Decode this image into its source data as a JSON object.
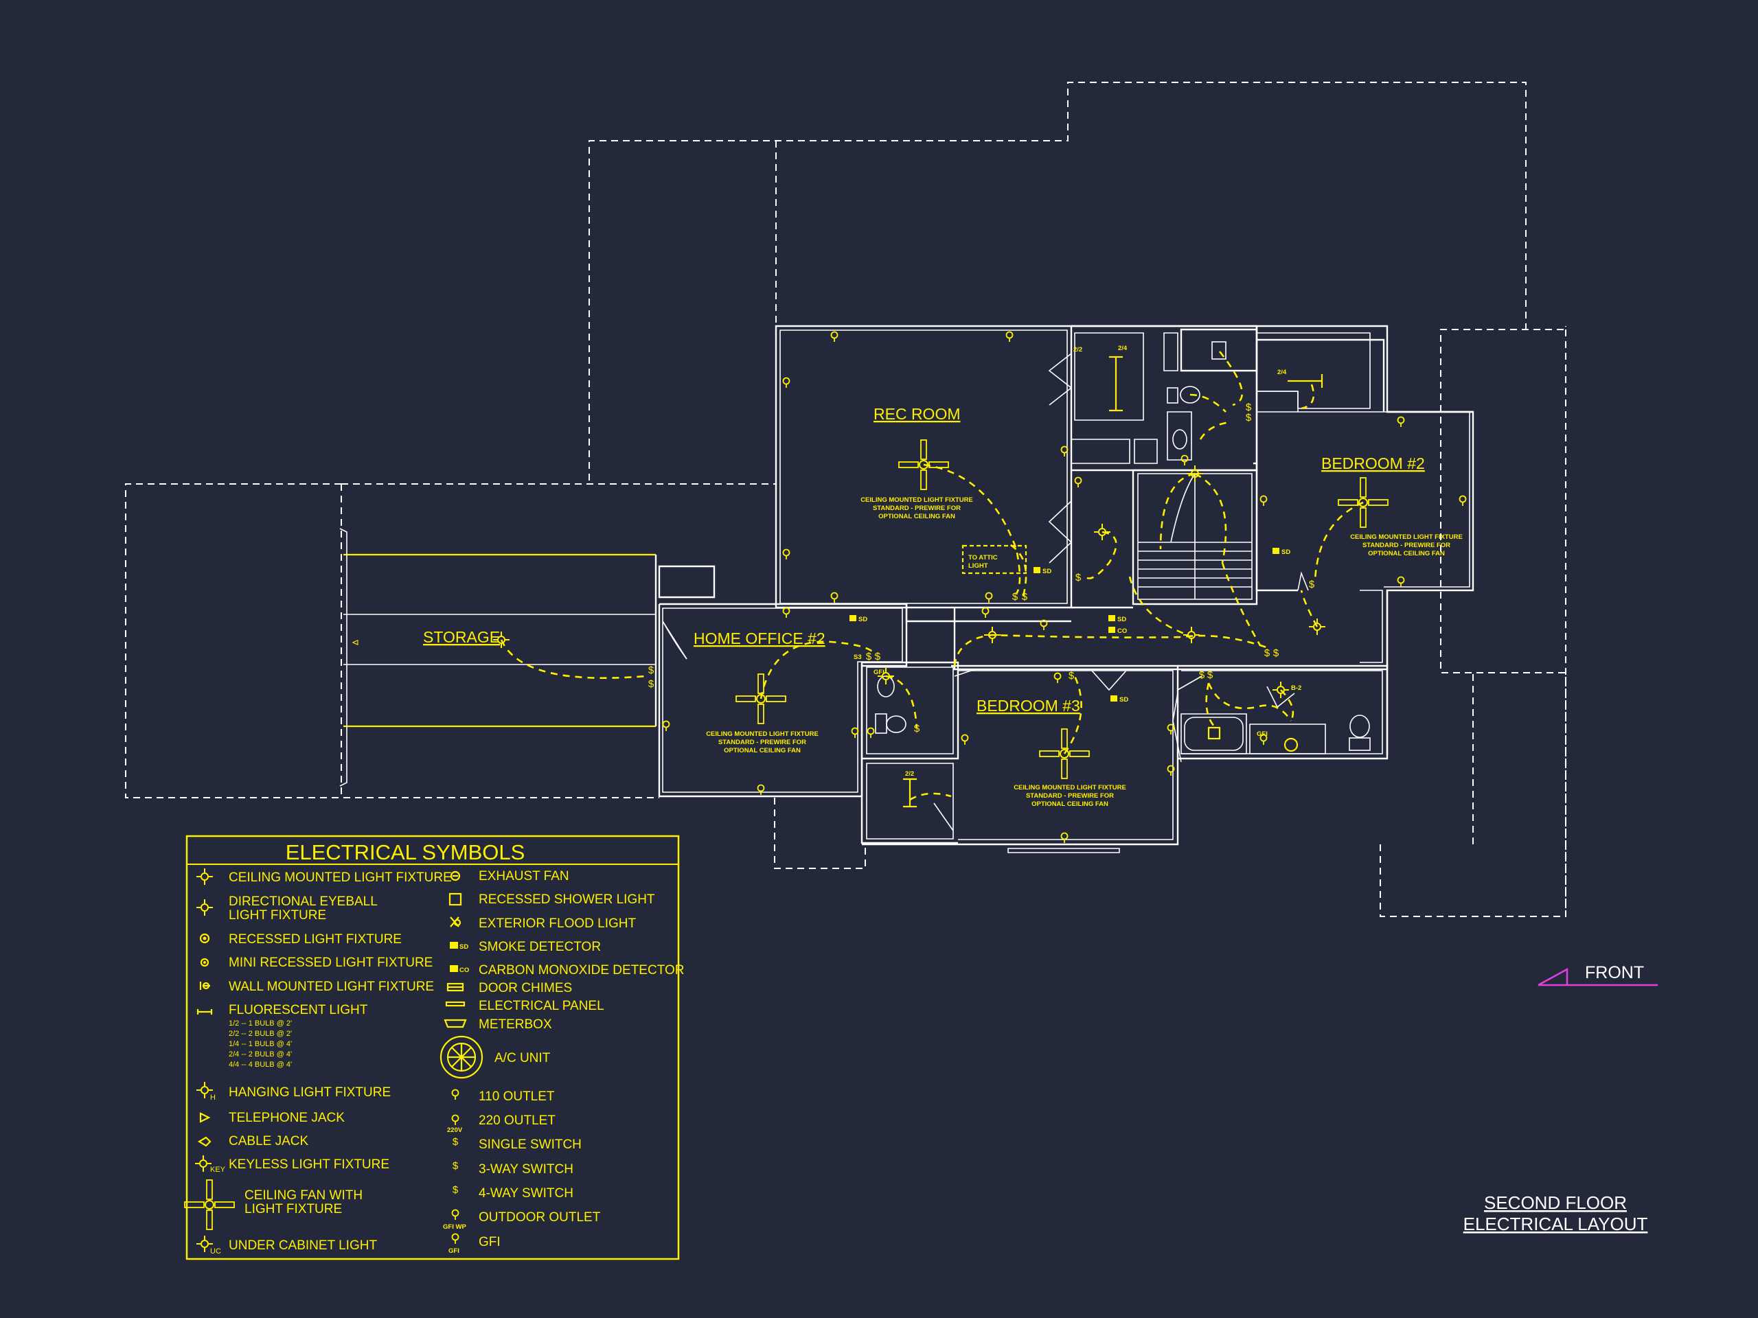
{
  "rooms": {
    "rec_room": "REC ROOM",
    "storage": "STORAGE",
    "home_office": "HOME OFFICE #2",
    "bedroom2": "BEDROOM #2",
    "bedroom3": "BEDROOM #3"
  },
  "fixture_note": {
    "line1": "CEILING MOUNTED LIGHT FIXTURE",
    "line2": "STANDARD - PREWIRE FOR",
    "line3": "OPTIONAL CEILING FAN"
  },
  "to_attic": {
    "line1": "TO ATTIC",
    "line2": "LIGHT"
  },
  "small_labels": {
    "sd": "SD",
    "co": "CO",
    "dim_2_4": "2/4",
    "dim_2_2": "2/2",
    "s3": "S3",
    "b2": "B-2",
    "gfi": "GFI"
  },
  "front_label": "FRONT",
  "title": {
    "line1": "SECOND FLOOR",
    "line2": "ELECTRICAL LAYOUT"
  },
  "legend": {
    "title": "ELECTRICAL SYMBOLS",
    "left": [
      "CEILING MOUNTED LIGHT FIXTURE",
      "DIRECTIONAL EYEBALL",
      "LIGHT FIXTURE",
      "RECESSED LIGHT FIXTURE",
      "MINI RECESSED LIGHT FIXTURE",
      "WALL MOUNTED LIGHT FIXTURE",
      "FLUORESCENT LIGHT",
      "HANGING LIGHT FIXTURE",
      "TELEPHONE JACK",
      "CABLE JACK",
      "KEYLESS LIGHT FIXTURE",
      "CEILING FAN WITH",
      "LIGHT FIXTURE",
      "UNDER CABINET LIGHT"
    ],
    "fluorescent_sub": [
      "1/2 -- 1 BULB @ 2'",
      "2/2 -- 2 BULB @ 2'",
      "1/4 -- 1 BULB @ 4'",
      "2/4 -- 2 BULB @ 4'",
      "4/4 -- 4 BULB @ 4'"
    ],
    "right": [
      "EXHAUST FAN",
      "RECESSED SHOWER LIGHT",
      "EXTERIOR FLOOD LIGHT",
      "SMOKE DETECTOR",
      "CARBON MONOXIDE DETECTOR",
      "DOOR CHIMES",
      "ELECTRICAL PANEL",
      "METERBOX",
      "A/C UNIT",
      "110 OUTLET",
      "220 OUTLET",
      "SINGLE SWITCH",
      "3-WAY SWITCH",
      "4-WAY SWITCH",
      "OUTDOOR OUTLET",
      "GFI"
    ],
    "marks": {
      "h": "H",
      "key": "KEY",
      "uc": "UC",
      "v220": "220V",
      "gfi_wp": "GFI WP",
      "gfi": "GFI"
    }
  },
  "colors": {
    "background": "#23283a",
    "walls": "#ffffff",
    "electrical": "#ffef00",
    "front_arrow": "#e040e0"
  }
}
